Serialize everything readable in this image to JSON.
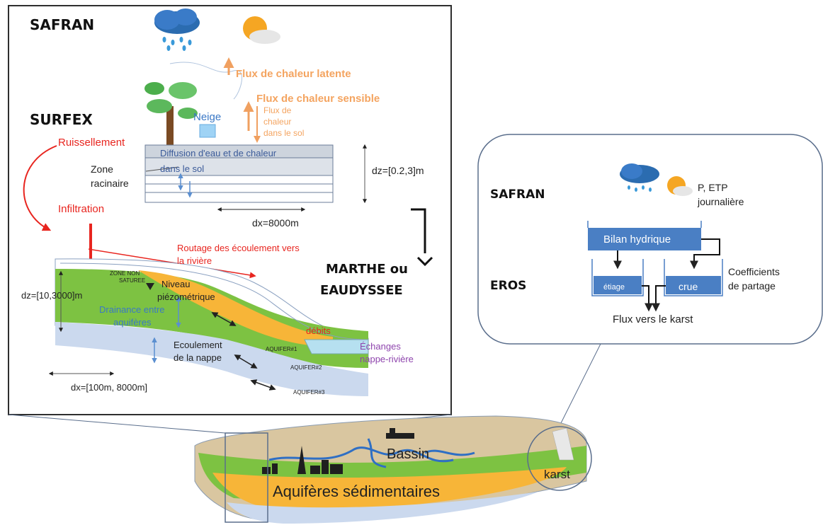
{
  "colors": {
    "orange_text": "#f4a460",
    "red_text": "#e8251f",
    "blue_label": "#3a78c6",
    "green_layer": "#7dc242",
    "orange_layer": "#f7b538",
    "blue_layer": "#cbd9ee",
    "panel_border": "#2e2e2e",
    "bucket_blue": "#4a7fc4",
    "purple": "#8e44ad"
  },
  "left_panel": {
    "safran": "SAFRAN",
    "surfex": "SURFEX",
    "flux_latente": "Flux de chaleur latente",
    "flux_sensible": "Flux de chaleur sensible",
    "flux_sol": [
      "Flux de",
      "chaleur",
      "dans le sol"
    ],
    "neige": "Neige",
    "ruissellement": "Ruissellement",
    "infiltration": "Infiltration",
    "diffusion": [
      "Diffusion d'eau et de chaleur",
      "dans le sol"
    ],
    "zone_racinaire": [
      "Zone",
      "racinaire"
    ],
    "dz_surface": "dz=[0.2,3]m",
    "dx_surface": "dx=8000m",
    "routage": [
      "Routage des écoulement vers",
      "la rivière"
    ],
    "zone_non_saturee": [
      "ZONE NON",
      "SATUREE"
    ],
    "niveau": [
      "Niveau",
      "piézométrique"
    ],
    "dz_aquifer": "dz=[10,3000]m",
    "drainance": [
      "Drainance entre",
      "aquifères"
    ],
    "ecoulement": [
      "Ecoulement",
      "de la nappe"
    ],
    "debits": "débits",
    "echanges": [
      "Échanges",
      "nappe-rivière"
    ],
    "aquifer1": "AQUIFER#1",
    "aquifer2": "AQUIFER#2",
    "aquifer3": "AQUIFER#3",
    "dx_aquifer": "dx=[100m, 8000m]"
  },
  "model_label": [
    "MARTHE ou",
    "EAUDYSSEE"
  ],
  "right_panel": {
    "safran": "SAFRAN",
    "eros": "EROS",
    "p_etp": [
      "P, ETP",
      "journalière"
    ],
    "bilan": "Bilan hydrique",
    "etiage": "étiage",
    "crue": "crue",
    "coefficients": [
      "Coefficients",
      "de partage"
    ],
    "flux_karst": "Flux vers le karst"
  },
  "basin": {
    "bassin": "Bassin",
    "karst": "karst",
    "aquiferes": "Aquifères sédimentaires"
  }
}
